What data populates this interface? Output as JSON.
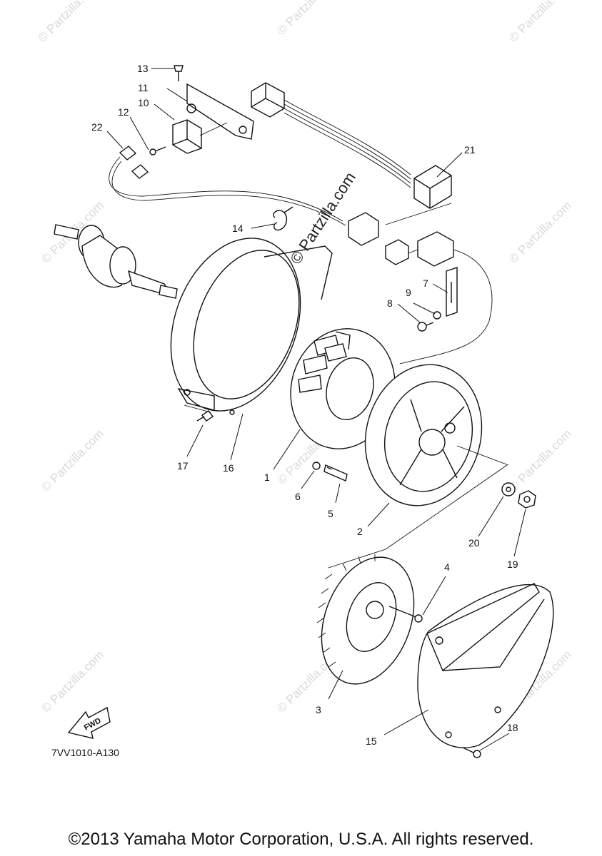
{
  "watermark": {
    "repeat_text": "© Partzilla.com",
    "main_text": "© Partzilla.com"
  },
  "diagram": {
    "code": "7VV1010-A130",
    "fwd_label": "FWD"
  },
  "callouts": [
    {
      "id": "c1",
      "label": "1"
    },
    {
      "id": "c2",
      "label": "2"
    },
    {
      "id": "c3",
      "label": "3"
    },
    {
      "id": "c4",
      "label": "4"
    },
    {
      "id": "c5",
      "label": "5"
    },
    {
      "id": "c6",
      "label": "6"
    },
    {
      "id": "c7",
      "label": "7"
    },
    {
      "id": "c8",
      "label": "8"
    },
    {
      "id": "c9",
      "label": "9"
    },
    {
      "id": "c10",
      "label": "10"
    },
    {
      "id": "c11",
      "label": "11"
    },
    {
      "id": "c12",
      "label": "12"
    },
    {
      "id": "c13",
      "label": "13"
    },
    {
      "id": "c14",
      "label": "14"
    },
    {
      "id": "c15",
      "label": "15"
    },
    {
      "id": "c16",
      "label": "16"
    },
    {
      "id": "c17",
      "label": "17"
    },
    {
      "id": "c18",
      "label": "18"
    },
    {
      "id": "c19",
      "label": "19"
    },
    {
      "id": "c20",
      "label": "20"
    },
    {
      "id": "c21",
      "label": "21"
    },
    {
      "id": "c22",
      "label": "22"
    }
  ],
  "footer": {
    "copyright": "©2013 Yamaha Motor Corporation, U.S.A. All rights reserved."
  }
}
